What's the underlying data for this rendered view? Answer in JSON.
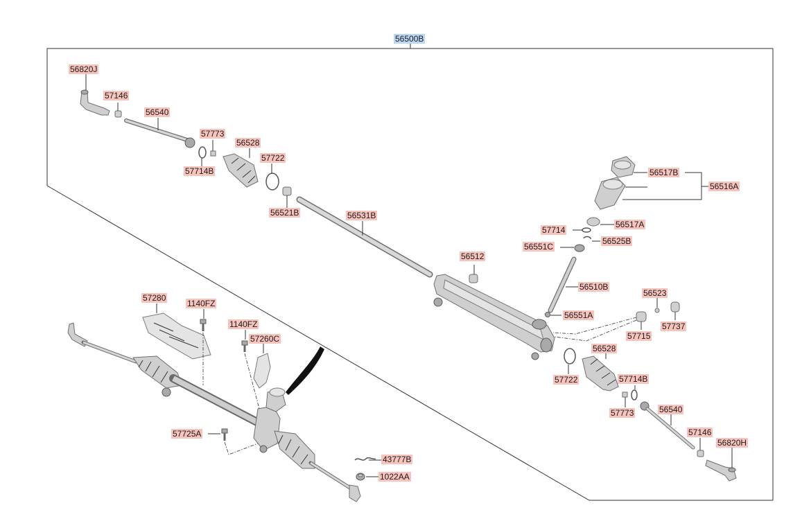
{
  "labels": {
    "assembly": "56500B",
    "tie_rod_end_left": "56820J",
    "nut_left": "57146",
    "inner_tie_rod_left": "56540",
    "band_left": "57773",
    "clip_left": "57714B",
    "bellows_left": "56528",
    "ring_left": "57722",
    "bushing_left": "56521B",
    "rack": "56531B",
    "plug": "56512",
    "cover_upper": "56517B",
    "cover_assembly": "56516A",
    "cover_lower": "56517A",
    "oring_pinion": "57714",
    "snap_ring": "56525B",
    "seal_pinion": "56551C",
    "pinion": "56510B",
    "seal_lower": "56551A",
    "yoke_bolt": "56523",
    "yoke_nut": "57737",
    "yoke_plug": "57715",
    "bellows_right": "56528",
    "ring_right": "57722",
    "clip_right": "57714B",
    "band_right": "57773",
    "inner_tie_rod_right": "56540",
    "nut_right": "57146",
    "tie_rod_end_right": "56820H",
    "heat_shield": "57280",
    "bolt_shield": "1140FZ",
    "bolt_bracket": "1140FZ",
    "bracket": "57260C",
    "bolt_mount": "57725A",
    "clip_pin": "43777B",
    "nut_lock": "1022AA"
  },
  "colors": {
    "label_bg": "#f7c3bd",
    "assembly_bg": "#bcd6f3",
    "part_fill": "#cfcfcf",
    "line": "#333333"
  }
}
